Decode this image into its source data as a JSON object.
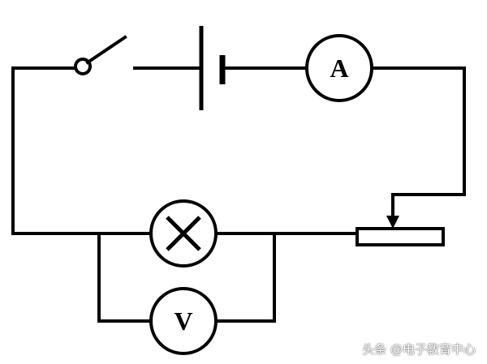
{
  "ammeter": {
    "label": "A"
  },
  "voltmeter": {
    "label": "V"
  },
  "watermark": {
    "text": "头条 @电子教育中心"
  }
}
